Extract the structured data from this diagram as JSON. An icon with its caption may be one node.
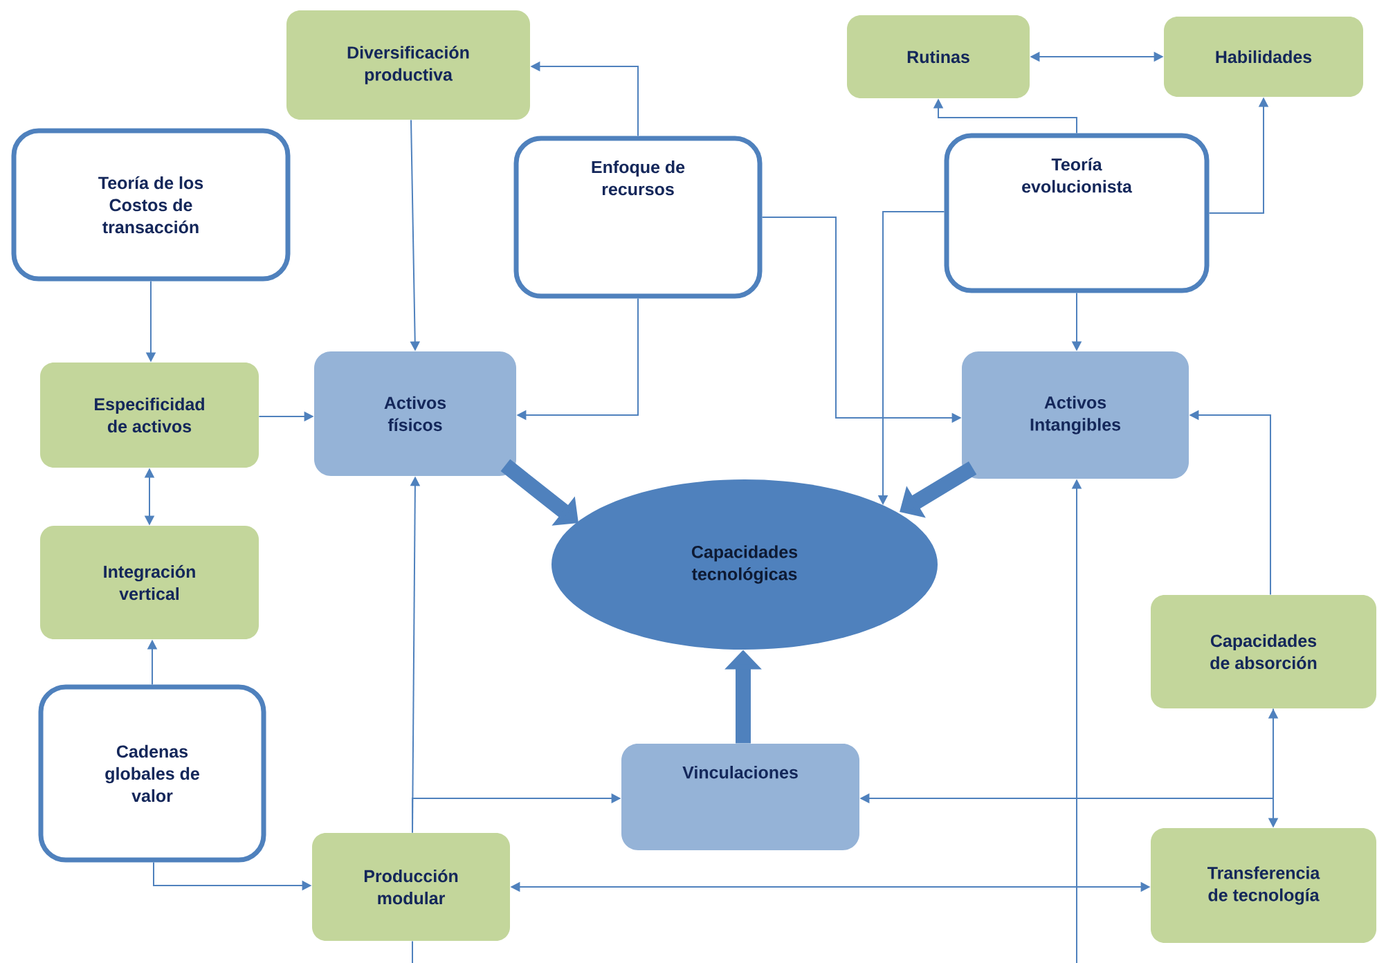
{
  "diagram": {
    "nodes": [
      {
        "text": [
          "Diversificación productiva"
        ]
      },
      {
        "text": [
          "Teoría de los Costos de transacción"
        ]
      },
      {
        "text": [
          "Enfoque de recursos"
        ]
      },
      {
        "text": [
          "Rutinas"
        ]
      },
      {
        "text": [
          "Habilidades"
        ]
      },
      {
        "text": [
          "Teoría evolucionista"
        ]
      },
      {
        "text": [
          "Especificidad de activos"
        ]
      },
      {
        "text": [
          "Activos físicos"
        ]
      },
      {
        "text": [
          "Activos Intangibles"
        ]
      },
      {
        "text": [
          "Capacidades tecnológicas"
        ]
      },
      {
        "text": [
          "Integración vertical"
        ]
      },
      {
        "text": [
          "Capacidades de absorción"
        ]
      },
      {
        "text": [
          "Cadenas globales de valor"
        ]
      },
      {
        "text": [
          "Vinculaciones"
        ]
      },
      {
        "text": [
          "Producción modular"
        ]
      },
      {
        "text": [
          "Transferencia de tecnología"
        ]
      }
    ],
    "edges": [
      {
        "from": 0,
        "to": 7,
        "arrow": "to"
      },
      {
        "from": 2,
        "to": 0,
        "arrow": "to"
      },
      {
        "from": 2,
        "to": 7,
        "arrow": "to"
      },
      {
        "from": 2,
        "to": 8,
        "arrow": "to"
      },
      {
        "from": 1,
        "to": 6,
        "arrow": "to"
      },
      {
        "from": 6,
        "to": 7,
        "arrow": "to"
      },
      {
        "from": 6,
        "to": 10,
        "arrow": "both"
      },
      {
        "from": 12,
        "to": 10,
        "arrow": "to"
      },
      {
        "from": 12,
        "to": 14,
        "arrow": "to"
      },
      {
        "from": 5,
        "to": 3,
        "arrow": "to"
      },
      {
        "from": 3,
        "to": 4,
        "arrow": "both"
      },
      {
        "from": 5,
        "to": 4,
        "arrow": "to"
      },
      {
        "from": 5,
        "to": 8,
        "arrow": "to"
      },
      {
        "from": 5,
        "to": 9,
        "arrow": "to"
      },
      {
        "from": 7,
        "to": 9,
        "arrow": "to",
        "style": "thick"
      },
      {
        "from": 8,
        "to": 9,
        "arrow": "to",
        "style": "thick"
      },
      {
        "from": 13,
        "to": 9,
        "arrow": "to",
        "style": "thick"
      },
      {
        "from": 14,
        "to": 7,
        "arrow": "to"
      },
      {
        "from": 14,
        "to": 13,
        "arrow": "to"
      },
      {
        "from": 14,
        "to": 15,
        "arrow": "both"
      },
      {
        "from": 11,
        "to": 15,
        "arrow": "both"
      },
      {
        "from": 11,
        "to": 13,
        "arrow": "to"
      },
      {
        "from": 11,
        "to": 8,
        "arrow": "to"
      },
      {
        "from": null,
        "to": 8,
        "arrow": "to"
      },
      {
        "from": 14,
        "to": null,
        "arrow": "none"
      }
    ]
  }
}
